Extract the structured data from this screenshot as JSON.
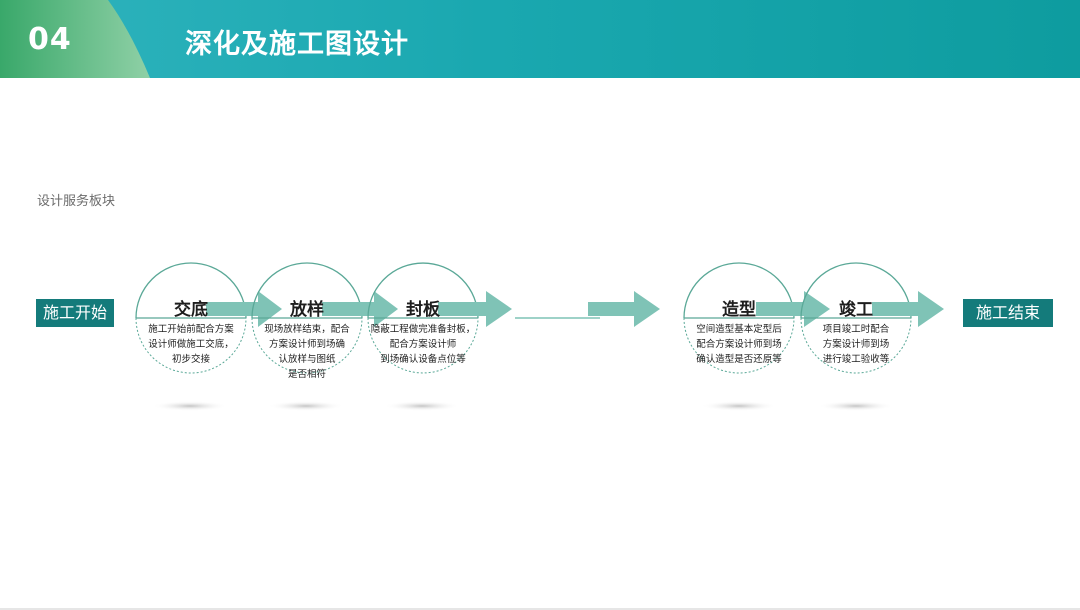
{
  "header": {
    "section_number": "04",
    "title": "深化及施工图设计"
  },
  "subtitle": "设计服务板块",
  "flow": {
    "start_label": "施工开始",
    "end_label": "施工结束",
    "steps": [
      {
        "label": "交底",
        "desc_lines": [
          "施工开始前配合方案",
          "设计师做施工交底，",
          "初步交接"
        ]
      },
      {
        "label": "放样",
        "desc_lines": [
          "现场放样结束，配合",
          "方案设计师到场确",
          "认放样与图纸",
          "是否相符"
        ]
      },
      {
        "label": "封板",
        "desc_lines": [
          "隐蔽工程做完准备封板，",
          "配合方案设计师",
          "到场确认设备点位等"
        ]
      },
      {
        "label": "造型",
        "desc_lines": [
          "空间造型基本定型后",
          "配合方案设计师到场",
          "确认造型是否还原等"
        ]
      },
      {
        "label": "竣工",
        "desc_lines": [
          "项目竣工时配合",
          "方案设计师到场",
          "进行竣工验收等"
        ]
      }
    ]
  },
  "colors": {
    "header_teal": "#1aa8b0",
    "header_green": "#4cb57a",
    "arrow_fill": "#7fc3b6",
    "circle_stroke": "#5aa897",
    "endpoint_bg": "#147b7b"
  }
}
